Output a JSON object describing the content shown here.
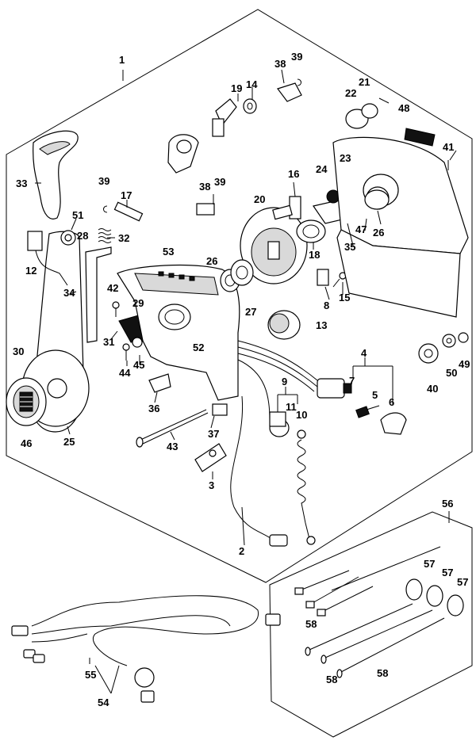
{
  "callouts": {
    "c1": "1",
    "c2": "2",
    "c3": "3",
    "c4": "4",
    "c5": "5",
    "c6": "6",
    "c7": "7",
    "c8": "8",
    "c9": "9",
    "c10": "10",
    "c11": "11",
    "c12": "12",
    "c13": "13",
    "c14": "14",
    "c15": "15",
    "c16": "16",
    "c17": "17",
    "c18": "18",
    "c19": "19",
    "c20": "20",
    "c21": "21",
    "c22": "22",
    "c23": "23",
    "c24": "24",
    "c25": "25",
    "c26a": "26",
    "c26b": "26",
    "c27": "27",
    "c28": "28",
    "c29": "29",
    "c30": "30",
    "c31": "31",
    "c32": "32",
    "c33": "33",
    "c34": "34",
    "c35": "35",
    "c36": "36",
    "c37": "37",
    "c38a": "38",
    "c38b": "38",
    "c39a": "39",
    "c39b": "39",
    "c39c": "39",
    "c40": "40",
    "c41": "41",
    "c42": "42",
    "c43": "43",
    "c44": "44",
    "c45": "45",
    "c46": "46",
    "c47": "47",
    "c48": "48",
    "c49": "49",
    "c50": "50",
    "c51": "51",
    "c52": "52",
    "c53": "53",
    "c54": "54",
    "c55": "55",
    "c56": "56",
    "c57a": "57",
    "c57b": "57",
    "c57c": "57",
    "c58a": "58",
    "c58b": "58",
    "c58c": "58"
  }
}
